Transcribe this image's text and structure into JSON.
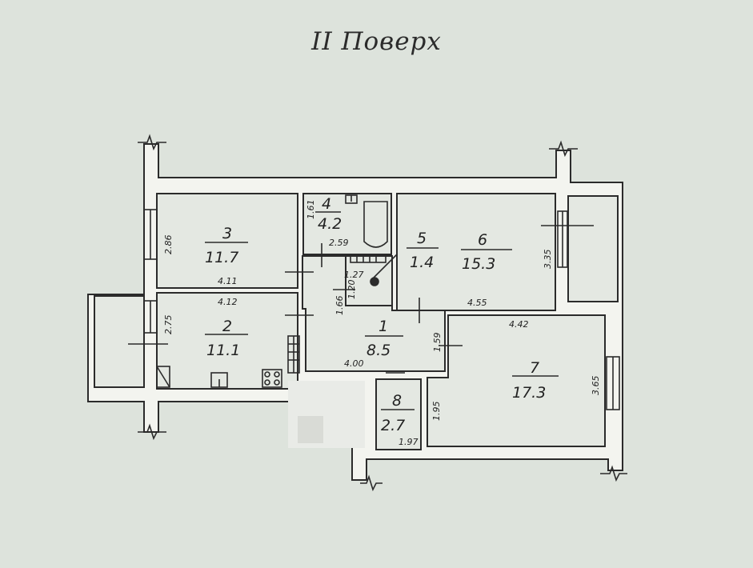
{
  "title": "II  Поверх",
  "rooms": [
    {
      "number": "1",
      "area": "8.5"
    },
    {
      "number": "2",
      "area": "11.1"
    },
    {
      "number": "3",
      "area": "11.7"
    },
    {
      "number": "4",
      "area": "4.2"
    },
    {
      "number": "5",
      "area": "1.4"
    },
    {
      "number": "6",
      "area": "15.3"
    },
    {
      "number": "7",
      "area": "17.3"
    },
    {
      "number": "8",
      "area": "2.7"
    }
  ],
  "dimensions": {
    "room3_height": "2.86",
    "room3_width": "4.11",
    "room2_width": "4.12",
    "room2_height": "2.75",
    "room4_height": "1.61",
    "room4_width": "2.59",
    "room5_width": "1.27",
    "corridor_height_a": "1.66",
    "corridor_height_b": "1.20",
    "room6_height": "3.35",
    "room6_width": "4.55",
    "room7_width": "4.42",
    "room7_height": "3.65",
    "room7_height_b": "1.95",
    "room1_height": "1.59",
    "room1_width": "4.00",
    "room8_width": "1.97"
  }
}
